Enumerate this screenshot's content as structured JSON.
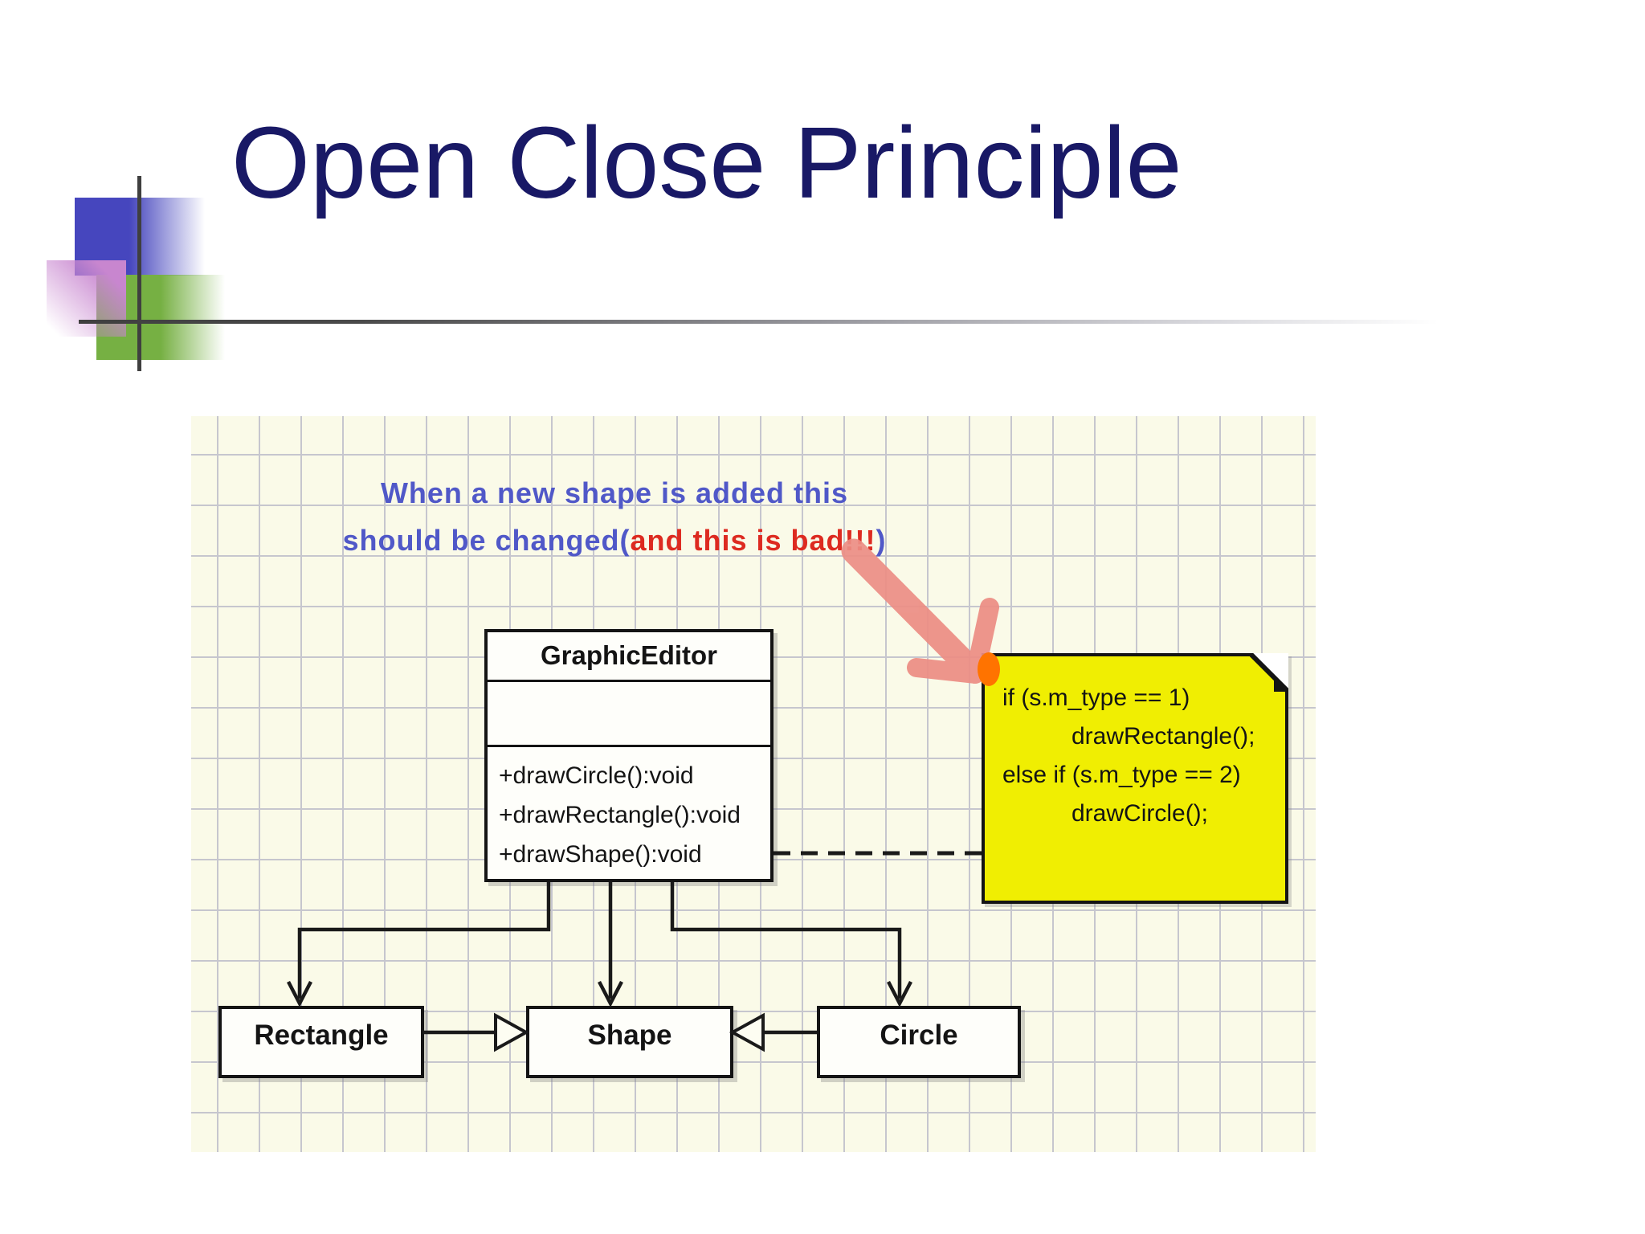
{
  "slide": {
    "title": "Open Close Principle"
  },
  "diagram": {
    "annotation": {
      "line1": "When a new shape is added this",
      "line2_prefix": "should be changed(",
      "line2_red": "and this is bad!!!",
      "line2_suffix": ")"
    },
    "graphic_editor": {
      "name": "GraphicEditor",
      "methods": [
        "+drawCircle():void",
        "+drawRectangle():void",
        "+drawShape():void"
      ]
    },
    "subclasses": {
      "rectangle": "Rectangle",
      "shape": "Shape",
      "circle": "Circle"
    },
    "note": {
      "lines": [
        "if (s.m_type == 1)",
        "drawRectangle();",
        "else if (s.m_type == 2)",
        "drawCircle();"
      ]
    }
  },
  "colors": {
    "title_text": "#191966",
    "annotation_blue": "#5058c8",
    "annotation_red": "#dd2a20",
    "note_yellow": "#f0ee02",
    "note_border": "#141414",
    "arrow_salmon": "#ec8d84",
    "arrow_tip_orange": "#ff7300",
    "grid_background": "#fafae8",
    "grid_line": "#c6c6ce",
    "decoration_blue": "#4646be",
    "decoration_green": "#76b043",
    "decoration_pink": "#c886cf"
  }
}
